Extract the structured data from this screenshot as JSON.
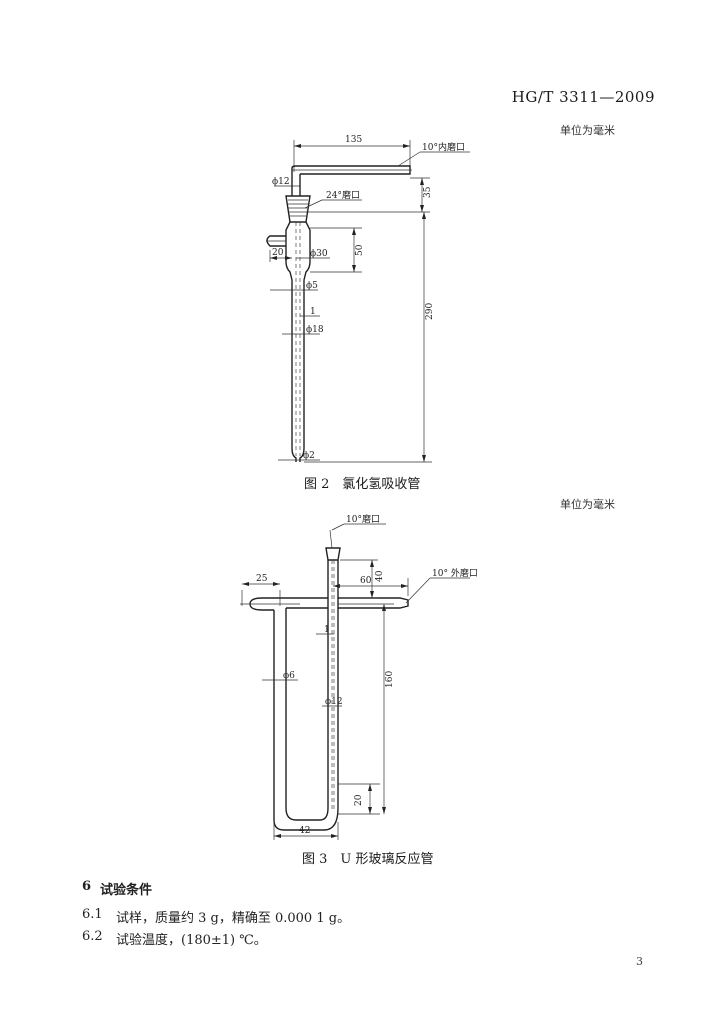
{
  "header": {
    "standard_no": "HG/T 3311—2009"
  },
  "figure2": {
    "unit_note": "单位为毫米",
    "caption": "图 2　氯化氢吸收管",
    "labels": {
      "d135": "135",
      "ground10": "10°内磨口",
      "phi12": "ϕ12",
      "d35": "35",
      "ground24": "24°磨口",
      "d50": "50",
      "d20": "20",
      "phi30": "ϕ30",
      "d290": "290",
      "phi5": "ϕ5",
      "d1": "1",
      "phi18": "ϕ18",
      "phi2": "ϕ2"
    }
  },
  "figure3": {
    "unit_note": "单位为毫米",
    "caption": "图 3　U 形玻璃反应管",
    "labels": {
      "ground10": "10°磨口",
      "d25": "25",
      "d40": "40",
      "d60": "60",
      "outer10": "10° 外磨口",
      "phi6": "ϕ6",
      "d1": "1",
      "d160": "160",
      "phi12": "ϕ12",
      "d20": "20",
      "d42": "42"
    }
  },
  "section6": {
    "number": "6",
    "title": "试验条件",
    "items": [
      {
        "num": "6.1",
        "text": "试样，质量约 3 g，精确至 0.000 1 g。"
      },
      {
        "num": "6.2",
        "text": "试验温度，(180±1) ℃。"
      }
    ]
  },
  "page_number": "3"
}
